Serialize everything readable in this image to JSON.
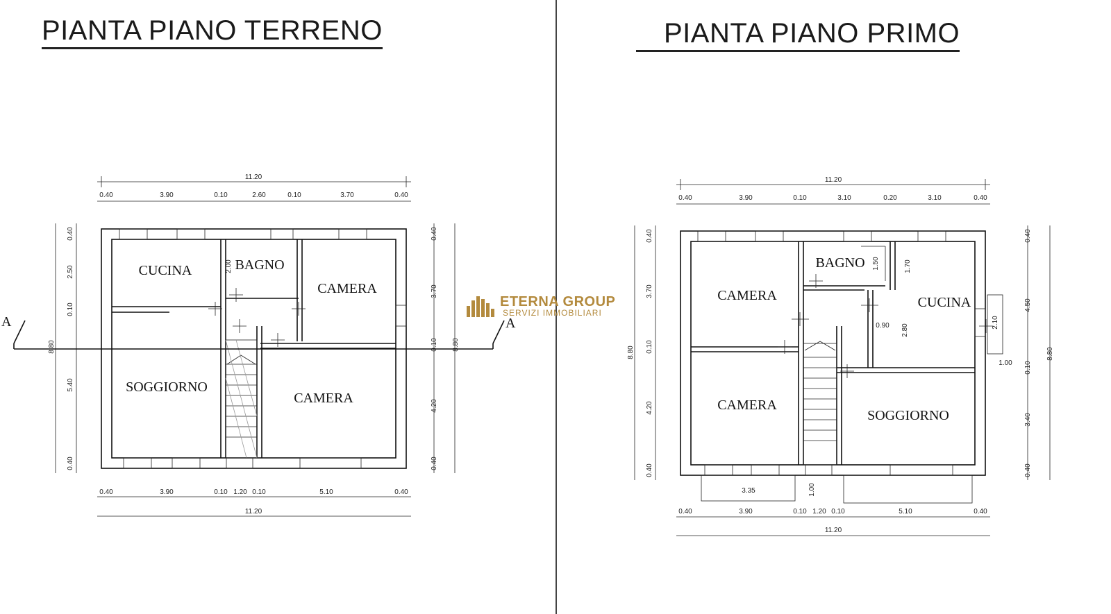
{
  "titles": {
    "left": "PIANTA PIANO TERRENO",
    "right": "PIANTA PIANO PRIMO"
  },
  "logo": {
    "brand": "ETERNA GROUP",
    "sub": "SERVIZI IMMOBILIARI",
    "color": "#b38a3d"
  },
  "section_mark": "A",
  "ground": {
    "rooms": [
      "CUCINA",
      "BAGNO",
      "CAMERA",
      "SOGGIORNO",
      "CAMERA"
    ],
    "top_total": "11.20",
    "top_dims": [
      "0.40",
      "3.90",
      "0.10",
      "2.60",
      "0.10",
      "3.70",
      "0.40"
    ],
    "bottom_total": "11.20",
    "bottom_dims": [
      "0.40",
      "3.90",
      "0.10",
      "1.20",
      "0.10",
      "5.10",
      "0.40"
    ],
    "left_total": "8.80",
    "left_dims": [
      "0.40",
      "2.50",
      "0.10",
      "5.40",
      "0.40"
    ],
    "right_total": "8.80",
    "right_dims": [
      "0.40",
      "3.70",
      "0.10",
      "4.20",
      "0.40"
    ],
    "inner_dims": [
      "2.00"
    ]
  },
  "first": {
    "rooms": [
      "CAMERA",
      "BAGNO",
      "CUCINA",
      "CAMERA",
      "SOGGIORNO"
    ],
    "top_total": "11.20",
    "top_dims": [
      "0.40",
      "3.90",
      "0.10",
      "3.10",
      "0.20",
      "3.10",
      "0.40"
    ],
    "bottom_total": "11.20",
    "bottom_dims": [
      "0.40",
      "3.90",
      "0.10",
      "1.20",
      "0.10",
      "5.10",
      "0.40"
    ],
    "left_total": "8.80",
    "left_dims": [
      "0.40",
      "3.70",
      "0.10",
      "4.20",
      "0.40"
    ],
    "right_total": "8.80",
    "right_dims": [
      "0.40",
      "4.50",
      "0.10",
      "3.40",
      "0.40"
    ],
    "inner_dims": [
      "1.50",
      "1.70",
      "0.90",
      "2.80",
      "2.10",
      "1.00",
      "3.35",
      "1.00"
    ]
  }
}
